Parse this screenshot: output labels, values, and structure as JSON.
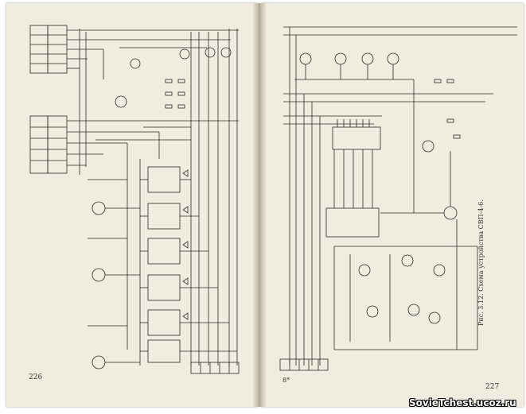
{
  "book": {
    "left_page_number": "226",
    "right_page_number": "227",
    "caption": "Рис. 3.12. Схема устройства СВП-4-6.",
    "figure_marker": "8*"
  },
  "watermark": "SovieTchest.ucoz.ru",
  "colors": {
    "paper": "#f1ece0",
    "ink": "#2e2b26",
    "background": "#ffffff"
  }
}
